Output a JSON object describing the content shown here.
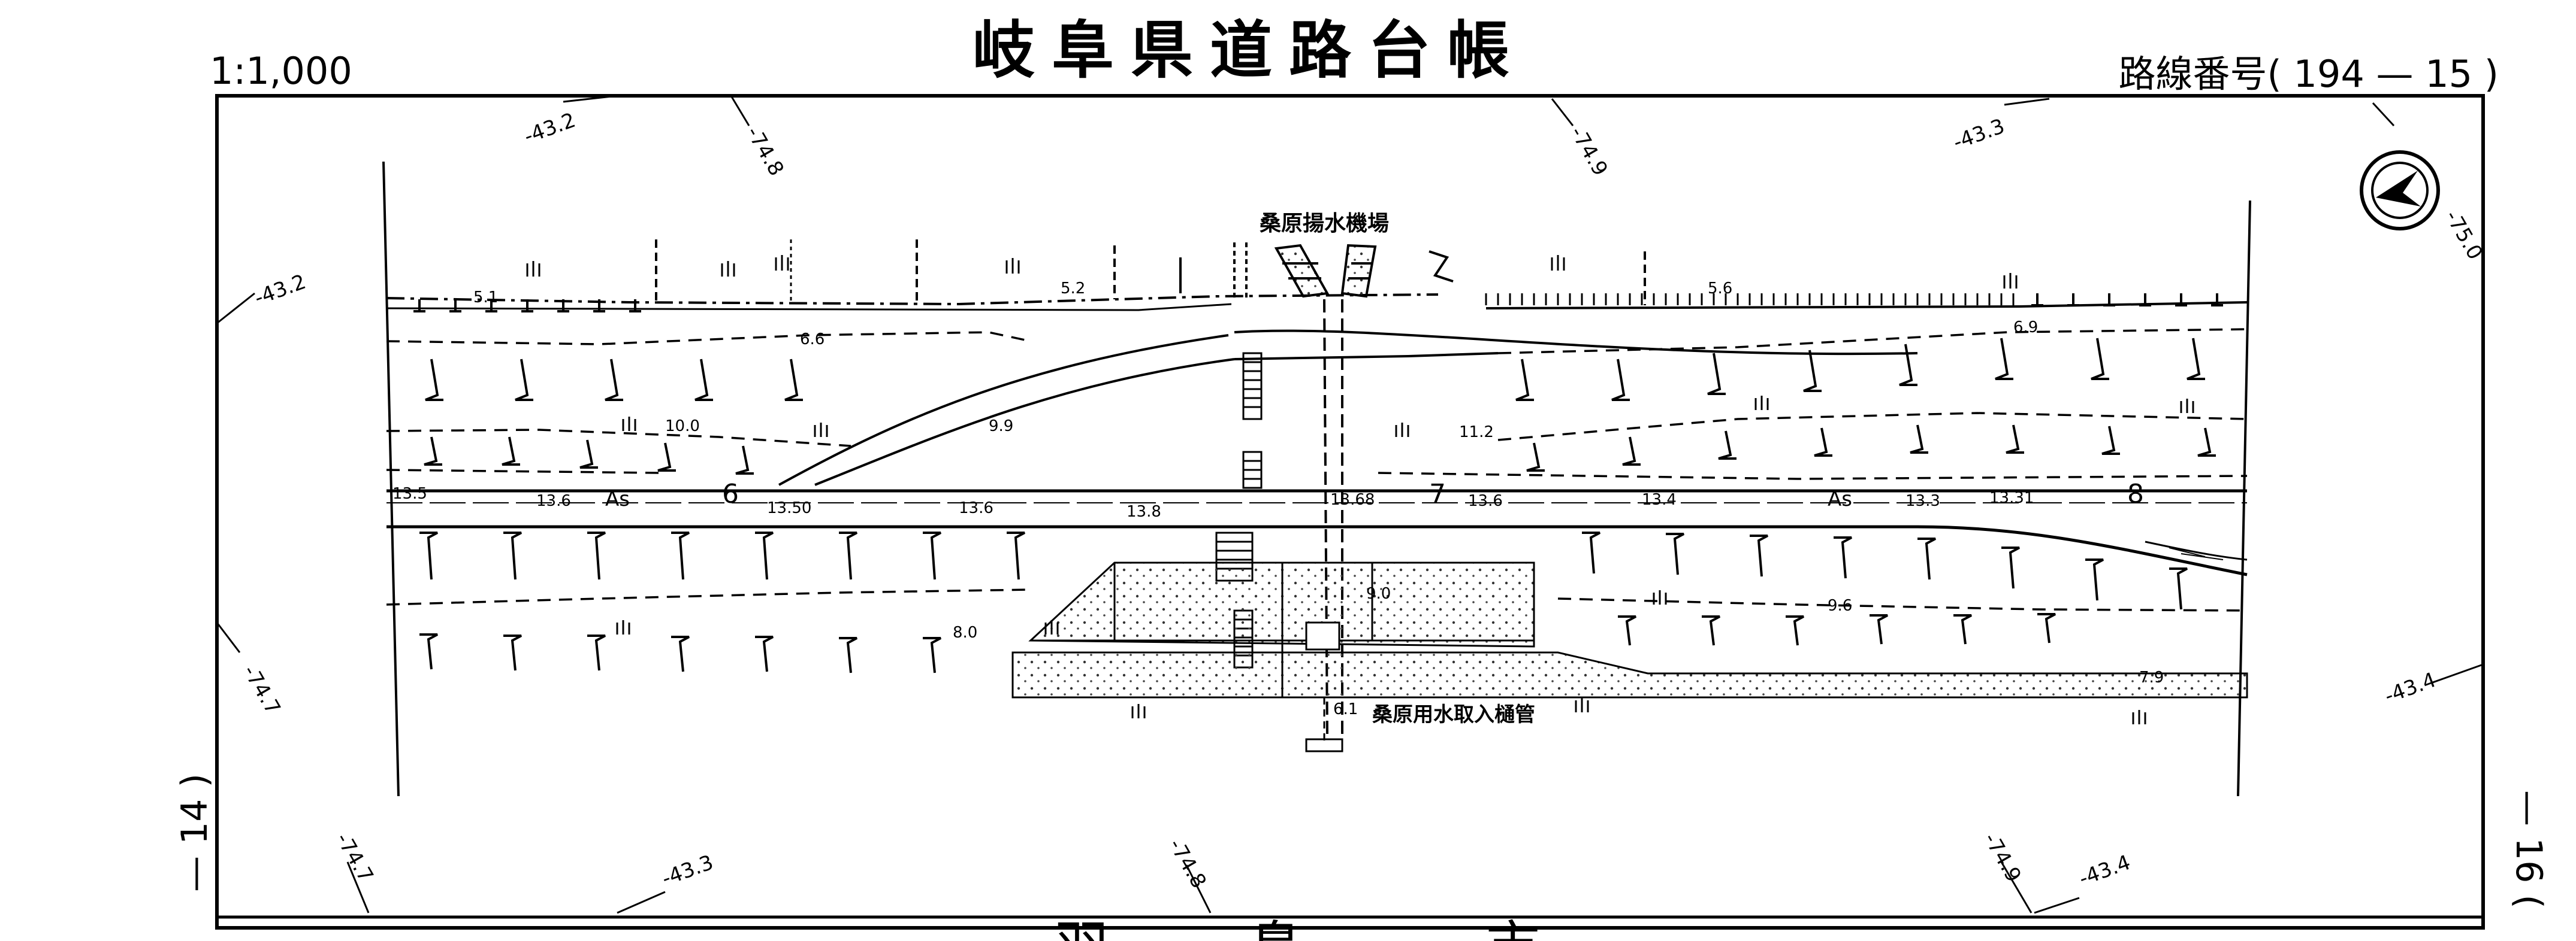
{
  "header": {
    "scale": "1:1,000",
    "title": "岐阜県道路台帳",
    "route_number": "路線番号(  194 — 15  )"
  },
  "margins": {
    "left_sheet_ref": "— 14 )",
    "right_sheet_ref": "— 16 ("
  },
  "grid_labels": {
    "top_a": "-43.2",
    "top_b": "-74.8",
    "top_c": "-74.9",
    "top_d": "-43.3",
    "top_right": "-75.0",
    "left_upper": "-43.2",
    "left_lower": "-74.7",
    "right_lower": "-43.4",
    "bottom_a": "-74.7",
    "bottom_b": "-43.3",
    "bottom_c": "-74.8",
    "bottom_d": "-74.9",
    "bottom_e": "-43.4"
  },
  "features": {
    "pump_station": "桑原揚水機場",
    "intake_pipe": "桑原用水取入樋管"
  },
  "road": {
    "surface_1": "As",
    "surface_2": "As",
    "station_6": "6",
    "station_7": "7",
    "station_8": "8"
  },
  "elevations": {
    "e_5_1": "5.1",
    "e_5_2": "5.2",
    "e_5_6": "5.6",
    "e_6_6": "6.6",
    "e_6_9": "6.9",
    "e_10_0": "10.0",
    "e_9_9": "9.9",
    "e_11_2": "11.2",
    "e_13_5": "13.5",
    "e_13_6a": "13.6",
    "e_13_50": "13.50",
    "e_13_6b": "13.6",
    "e_13_8": "13.8",
    "e_13_68": "13.68",
    "e_13_6c": "13.6",
    "e_13_4": "13.4",
    "e_13_3": "13.3",
    "e_13_31": "13.31",
    "e_9_0": "9.0",
    "e_9_6": "9.6",
    "e_8_0": "8.0",
    "e_7_9": "7.9",
    "e_6_1": "6.1"
  },
  "city": {
    "c1": "羽",
    "c2": "島",
    "c3": "市"
  }
}
